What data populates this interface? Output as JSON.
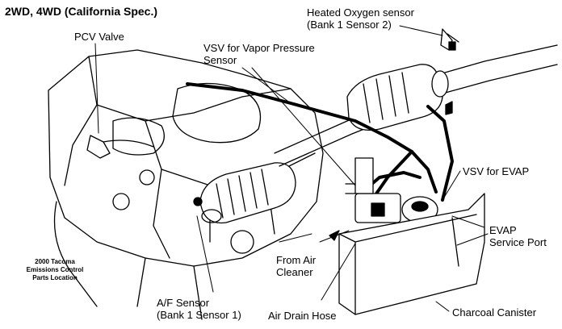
{
  "header": {
    "title": "2WD, 4WD (California Spec.)"
  },
  "caption": {
    "line1": "2000 Tacoma",
    "line2": "Emissions Control",
    "line3": "Parts Location"
  },
  "labels": {
    "heated_o2": {
      "line1": "Heated Oxygen sensor",
      "line2": "(Bank 1 Sensor 2)"
    },
    "pcv_valve": {
      "line1": "PCV Valve"
    },
    "vsv_vapor": {
      "line1": "VSV for Vapor Pressure",
      "line2": "Sensor"
    },
    "vsv_evap": {
      "line1": "VSV for EVAP"
    },
    "evap_port": {
      "line1": "EVAP",
      "line2": "Service Port"
    },
    "from_air": {
      "line1": "From Air",
      "line2": "Cleaner"
    },
    "af_sensor": {
      "line1": "A/F Sensor",
      "line2": "(Bank 1 Sensor 1)"
    },
    "air_drain": {
      "line1": "Air Drain Hose"
    },
    "charcoal": {
      "line1": "Charcoal Canister"
    }
  },
  "colors": {
    "ink": "#000000",
    "paper": "#ffffff"
  }
}
